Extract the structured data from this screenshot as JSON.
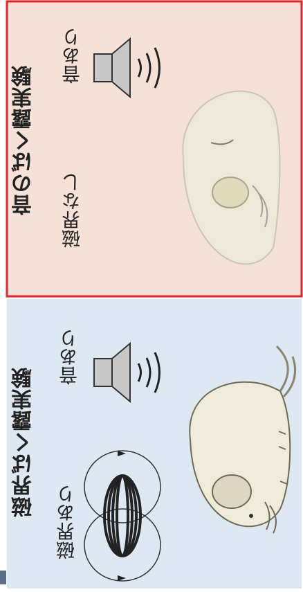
{
  "panels": {
    "noise": {
      "title": "音のばく露実験",
      "magnet_label": "磁界なし",
      "sound_label": "音あり",
      "bg_color": "#f7e1d7",
      "border_color": "#e2232a"
    },
    "magnetic": {
      "title": "磁界ばく露実験",
      "magnet_label": "磁界あり",
      "sound_label": "音あり",
      "bg_color": "#dde8f3"
    }
  },
  "icons": [
    "speaker-icon",
    "sound-wave-icon",
    "coil-icon",
    "magnetic-field-icon",
    "mouse"
  ]
}
